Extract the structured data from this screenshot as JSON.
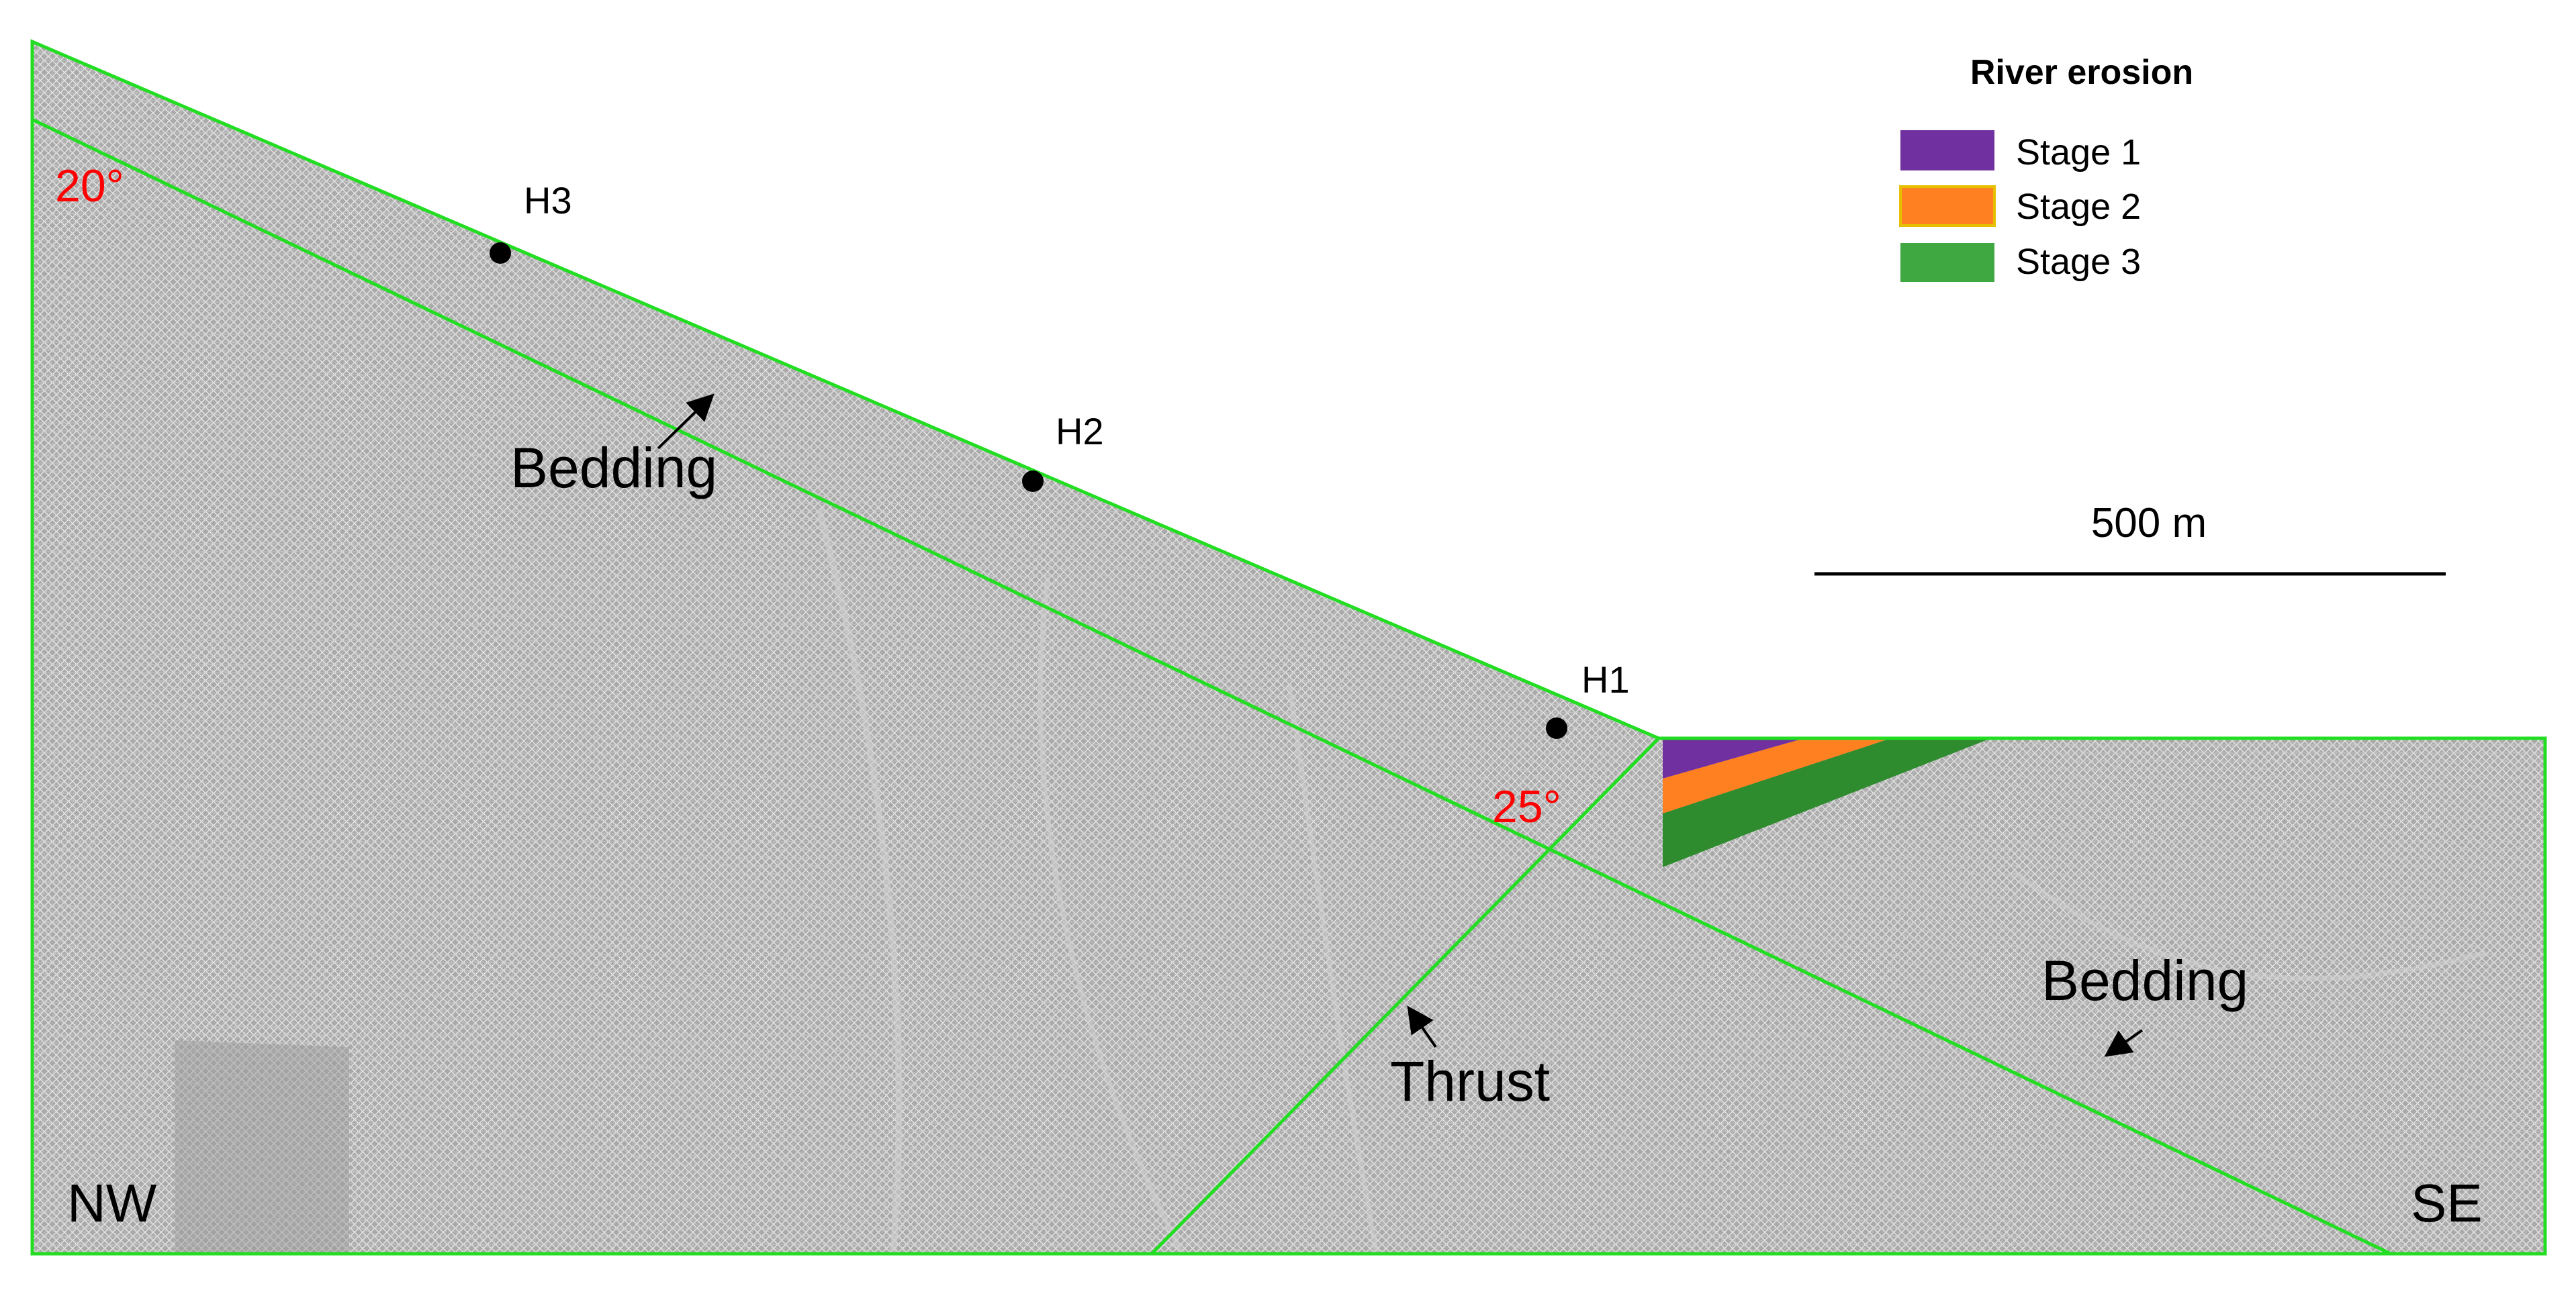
{
  "angles": {
    "top": "20°",
    "toe": "25°"
  },
  "monitoring_points": {
    "h1": "H1",
    "h2": "H2",
    "h3": "H3"
  },
  "structures": {
    "bedding_upper": "Bedding",
    "bedding_lower": "Bedding",
    "thrust": "Thrust"
  },
  "orientation": {
    "left": "NW",
    "right": "SE"
  },
  "scale_bar": {
    "label": "500 m"
  },
  "legend": {
    "title": "River erosion",
    "items": [
      {
        "label": "Stage 1",
        "color": "#7030a0"
      },
      {
        "label": "Stage 2",
        "color": "#ff8020"
      },
      {
        "label": "Stage 3",
        "color": "#40a840"
      }
    ]
  },
  "colors": {
    "boundary": "#22dd22",
    "mesh": "#a8a8a8",
    "angle_text": "#ff0000",
    "stage1": "#7030a0",
    "stage2": "#ff8020",
    "stage3": "#2e8b2e"
  }
}
